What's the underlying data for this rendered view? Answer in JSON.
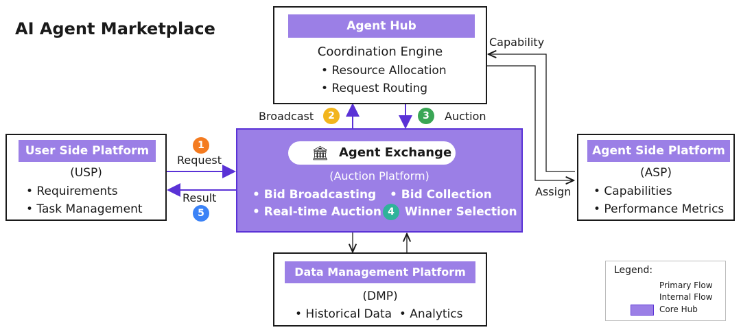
{
  "title": "AI Agent Marketplace",
  "agent_hub": {
    "header": "Agent Hub",
    "subtitle": "Coordination Engine",
    "items": [
      "• Resource Allocation",
      "• Request Routing"
    ]
  },
  "usp": {
    "header": "User Side Platform",
    "abbr": "(USP)",
    "items": [
      "• Requirements",
      "• Task Management"
    ]
  },
  "asp": {
    "header": "Agent Side Platform",
    "abbr": "(ASP)",
    "items": [
      "• Capabilities",
      "• Performance Metrics"
    ]
  },
  "exchange": {
    "title": "Agent Exchange",
    "subtitle": "(Auction Platform)",
    "items": [
      "• Bid Broadcasting",
      "• Bid Collection",
      "• Real-time Auction",
      "Winner Selection"
    ]
  },
  "dmp": {
    "header": "Data Management Platform",
    "abbr": "(DMP)",
    "items": "• Historical Data  • Analytics"
  },
  "flows": {
    "request": "Request",
    "result": "Result",
    "broadcast": "Broadcast",
    "auction": "Auction",
    "capability": "Capability",
    "assign": "Assign"
  },
  "steps": {
    "s1": "1",
    "s2": "2",
    "s3": "3",
    "s4": "4",
    "s5": "5"
  },
  "legend": {
    "title": "Legend:",
    "primary": "Primary Flow",
    "internal": "Internal Flow",
    "hub": "Core Hub"
  },
  "colors": {
    "primary_flow": "#5a32d6",
    "hub_fill": "#9b7fe6",
    "step1": "#f47b20",
    "step2": "#f2b51d",
    "step3": "#3aa655",
    "step4": "#2fb39a",
    "step5": "#3b82f6"
  },
  "icons": {
    "exchange": "bank-icon"
  }
}
